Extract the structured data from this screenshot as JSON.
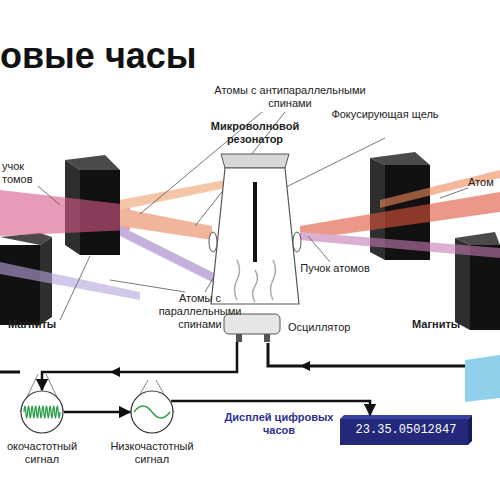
{
  "diagram": {
    "title": "овые часы",
    "nodes": [
      {
        "text": [
          "Микроволновой резонатор"
        ]
      },
      {
        "text": [
          "Осциллятор"
        ]
      },
      {
        "text": [
          "окочастотный сигнал"
        ]
      },
      {
        "text": [
          "Низкочастотный сигнал"
        ]
      },
      {
        "text": [
          "Дисплей цифровых часов",
          "23.35.05012847"
        ]
      }
    ],
    "edges": [
      {
        "from": 1,
        "to": 2,
        "arrow": "to"
      },
      {
        "from": 2,
        "to": 3,
        "arrow": "to"
      },
      {
        "from": 3,
        "to": 4,
        "arrow": "to"
      }
    ],
    "labels": [
      "Атомы с антипараллельными спинами",
      "учок томов",
      "Фокусирующая щель",
      "Пучок атомов",
      "Атомы с параллельными спинами",
      "Магниты",
      "Магниты",
      "Атом"
    ]
  }
}
